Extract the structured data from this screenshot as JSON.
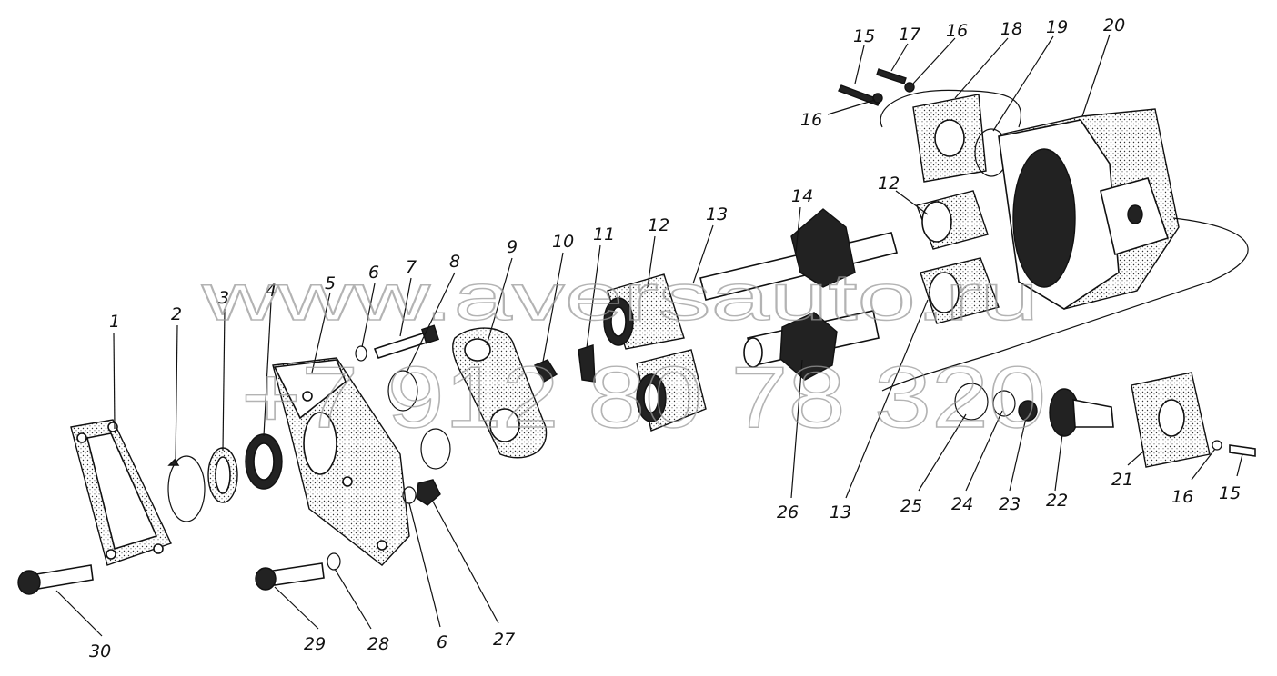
{
  "diagram": {
    "part_labels": [
      "1",
      "2",
      "3",
      "4",
      "5",
      "6",
      "7",
      "8",
      "9",
      "10",
      "11",
      "12",
      "13",
      "14",
      "15",
      "16",
      "17",
      "18",
      "19",
      "20",
      "21",
      "22",
      "23",
      "24",
      "25",
      "26",
      "27",
      "28",
      "29",
      "30"
    ],
    "watermark_line1": "www.aversauto.ru",
    "watermark_line2": "+7 912 80 78 320"
  }
}
